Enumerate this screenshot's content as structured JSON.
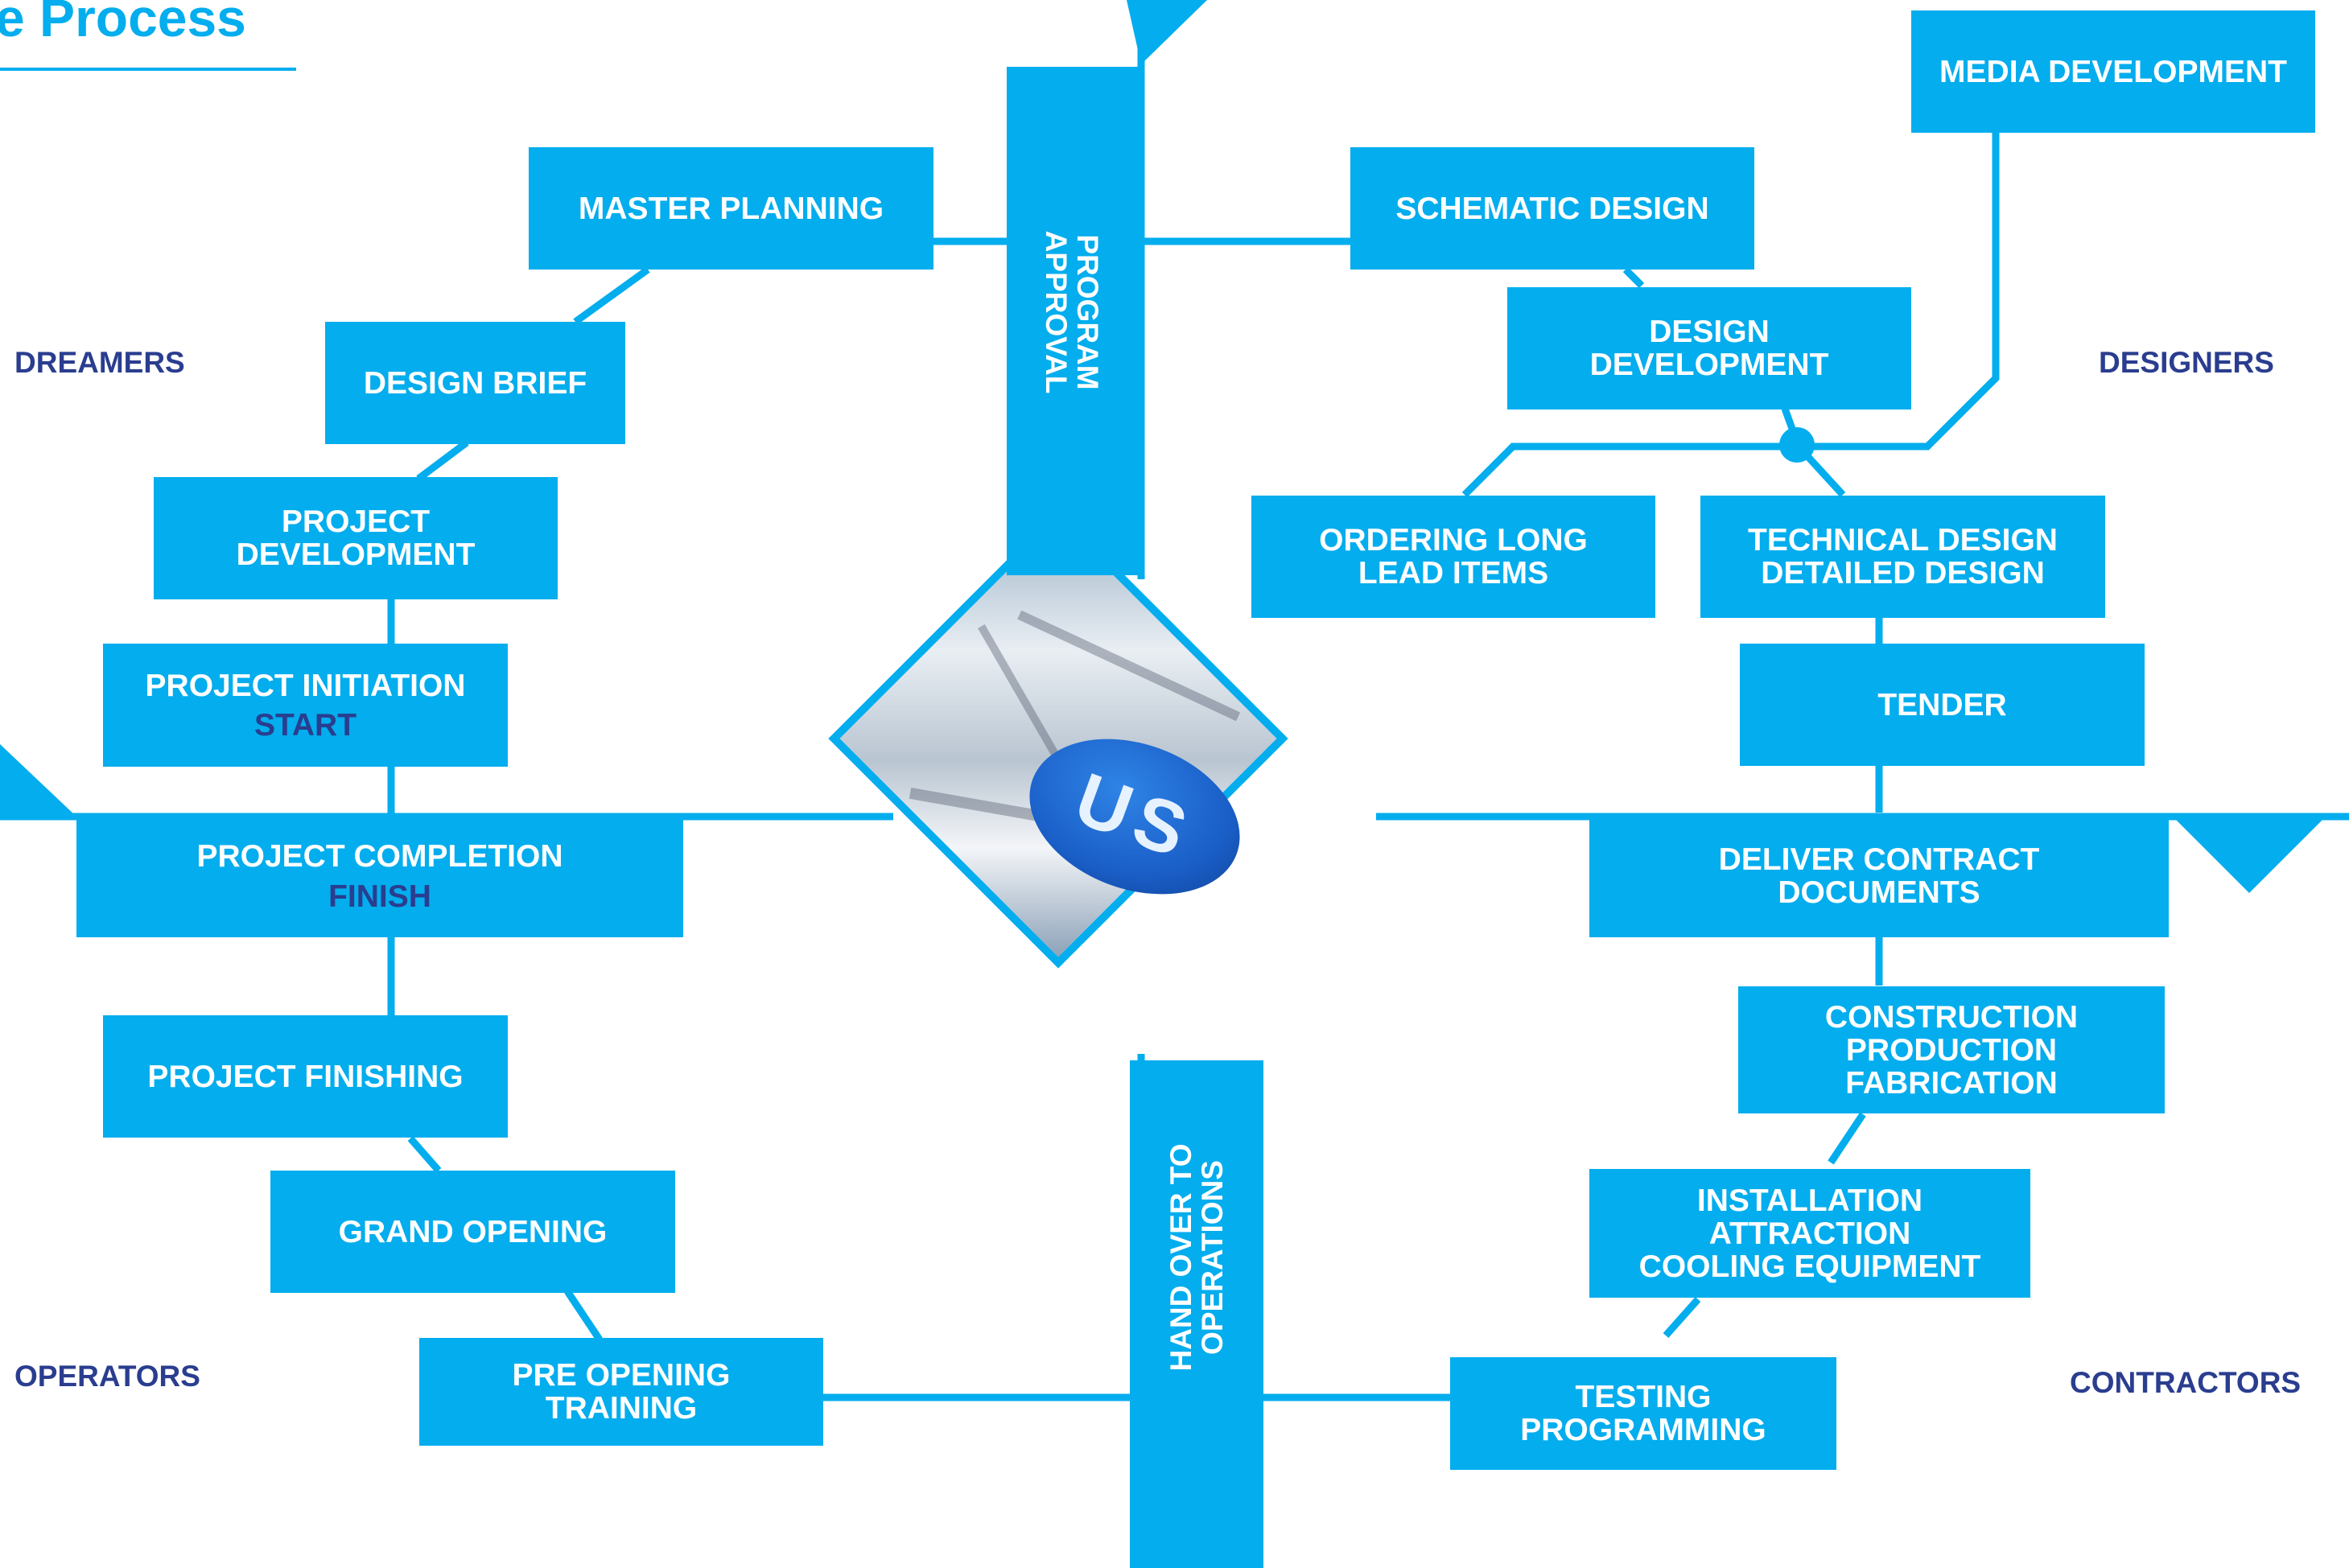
{
  "title": "e Process",
  "groups": {
    "dreamers": "DREAMERS",
    "designers": "DESIGNERS",
    "operators": "OPERATORS",
    "contractors": "CONTRACTORS"
  },
  "center_logo_text": "US",
  "colors": {
    "accent": "#03adee",
    "dark": "#2a3d8f",
    "background": "#ffffff"
  },
  "steps": {
    "master_planning": {
      "lines": [
        "MASTER PLANNING"
      ]
    },
    "design_brief": {
      "lines": [
        "DESIGN BRIEF"
      ]
    },
    "project_development": {
      "lines": [
        "PROJECT",
        "DEVELOPMENT"
      ]
    },
    "project_initiation": {
      "lines": [
        "PROJECT INITIATION"
      ],
      "sub": "START"
    },
    "project_completion": {
      "lines": [
        "PROJECT COMPLETION"
      ],
      "sub": "FINISH"
    },
    "project_finishing": {
      "lines": [
        "PROJECT FINISHING"
      ]
    },
    "grand_opening": {
      "lines": [
        "GRAND OPENING"
      ]
    },
    "pre_opening_training": {
      "lines": [
        "PRE OPENING",
        "TRAINING"
      ]
    },
    "program_approval": {
      "lines": [
        "PROGRAM",
        "APPROVAL"
      ]
    },
    "hand_over": {
      "lines": [
        "HAND OVER TO",
        "OPERATIONS"
      ]
    },
    "schematic_design": {
      "lines": [
        "SCHEMATIC DESIGN"
      ]
    },
    "media_development": {
      "lines": [
        "MEDIA DEVELOPMENT"
      ]
    },
    "design_development": {
      "lines": [
        "DESIGN",
        "DEVELOPMENT"
      ]
    },
    "ordering_long_lead": {
      "lines": [
        "ORDERING LONG",
        "LEAD ITEMS"
      ]
    },
    "technical_design": {
      "lines": [
        "TECHNICAL DESIGN",
        "DETAILED DESIGN"
      ]
    },
    "tender": {
      "lines": [
        "TENDER"
      ]
    },
    "deliver_contract": {
      "lines": [
        "DELIVER CONTRACT",
        "DOCUMENTS"
      ]
    },
    "construction": {
      "lines": [
        "CONSTRUCTION",
        "PRODUCTION",
        "FABRICATION"
      ]
    },
    "installation": {
      "lines": [
        "INSTALLATION",
        "ATTRACTION",
        "COOLING EQUIPMENT"
      ]
    },
    "testing": {
      "lines": [
        "TESTING",
        "PROGRAMMING"
      ]
    }
  }
}
